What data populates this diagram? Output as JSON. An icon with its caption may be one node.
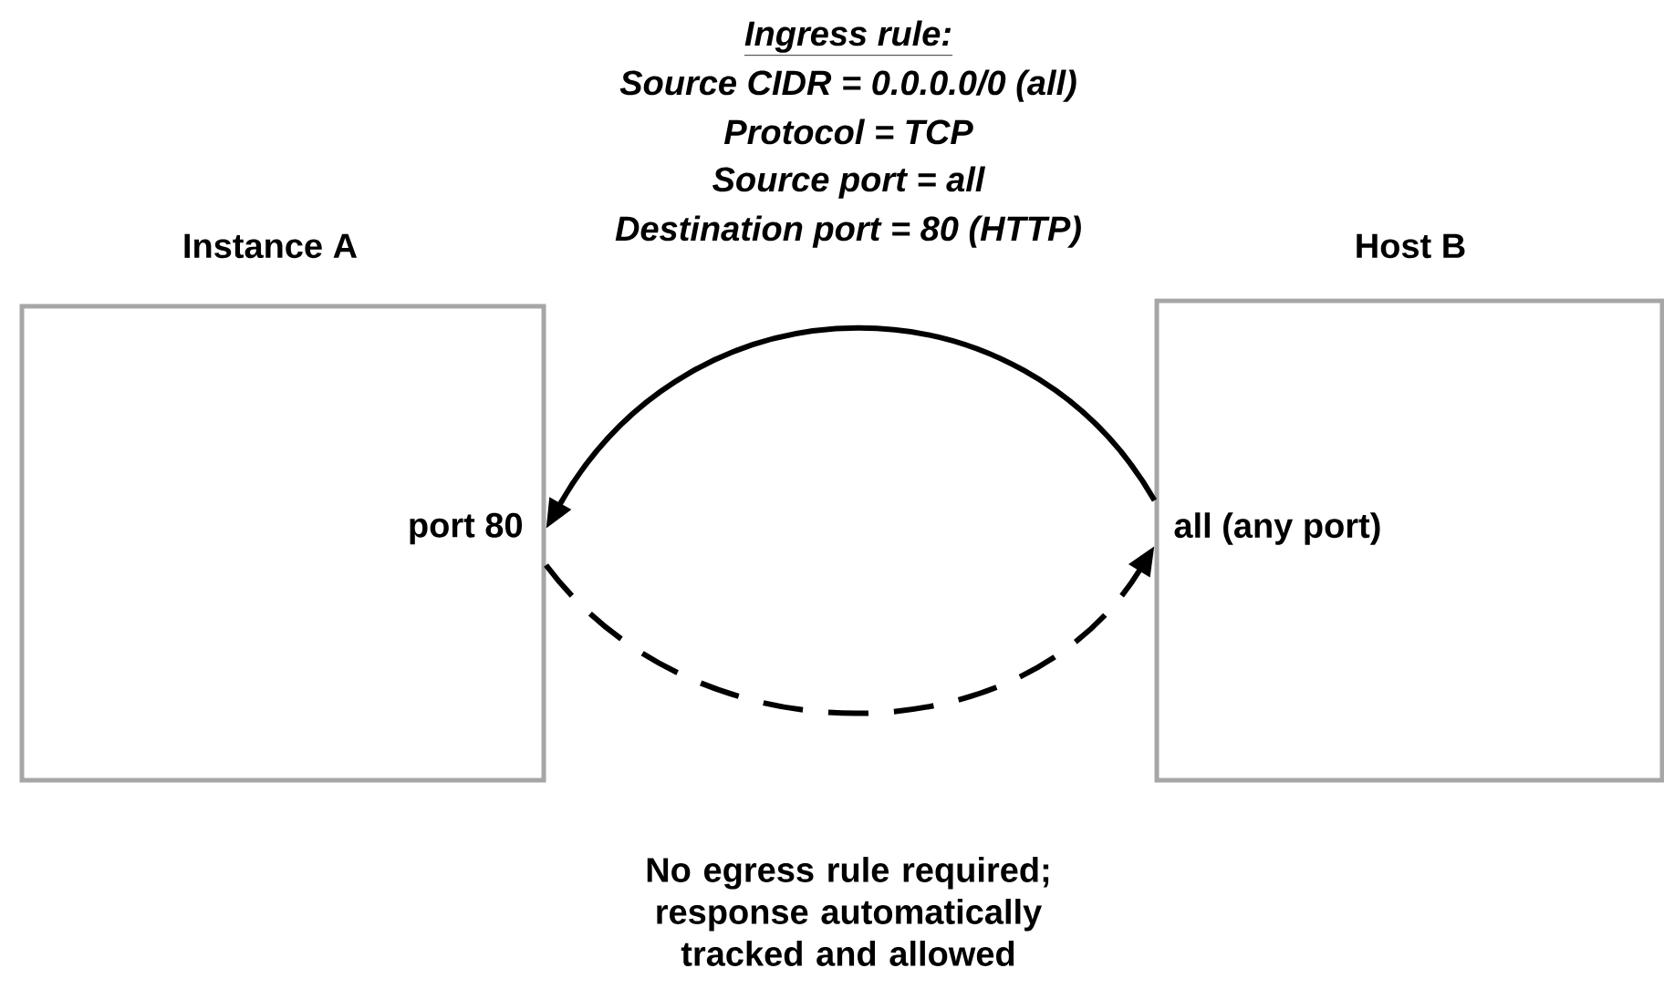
{
  "diagram": {
    "nodes": [
      {
        "text": [
          "Instance A",
          "port 80"
        ]
      },
      {
        "text": [
          "Host B",
          "all (any port)"
        ]
      }
    ],
    "edges": [
      {
        "from": 1,
        "to": 0,
        "arrow": "to"
      },
      {
        "from": 0,
        "to": 1,
        "arrow": "to",
        "style": "dashed"
      }
    ],
    "labels": [
      "Ingress rule:",
      "Source CIDR = 0.0.0.0/0 (all)",
      "Protocol = TCP",
      "Source port = all",
      "Destination port = 80 (HTTP)",
      "No egress rule required; response automatically tracked and allowed"
    ]
  }
}
